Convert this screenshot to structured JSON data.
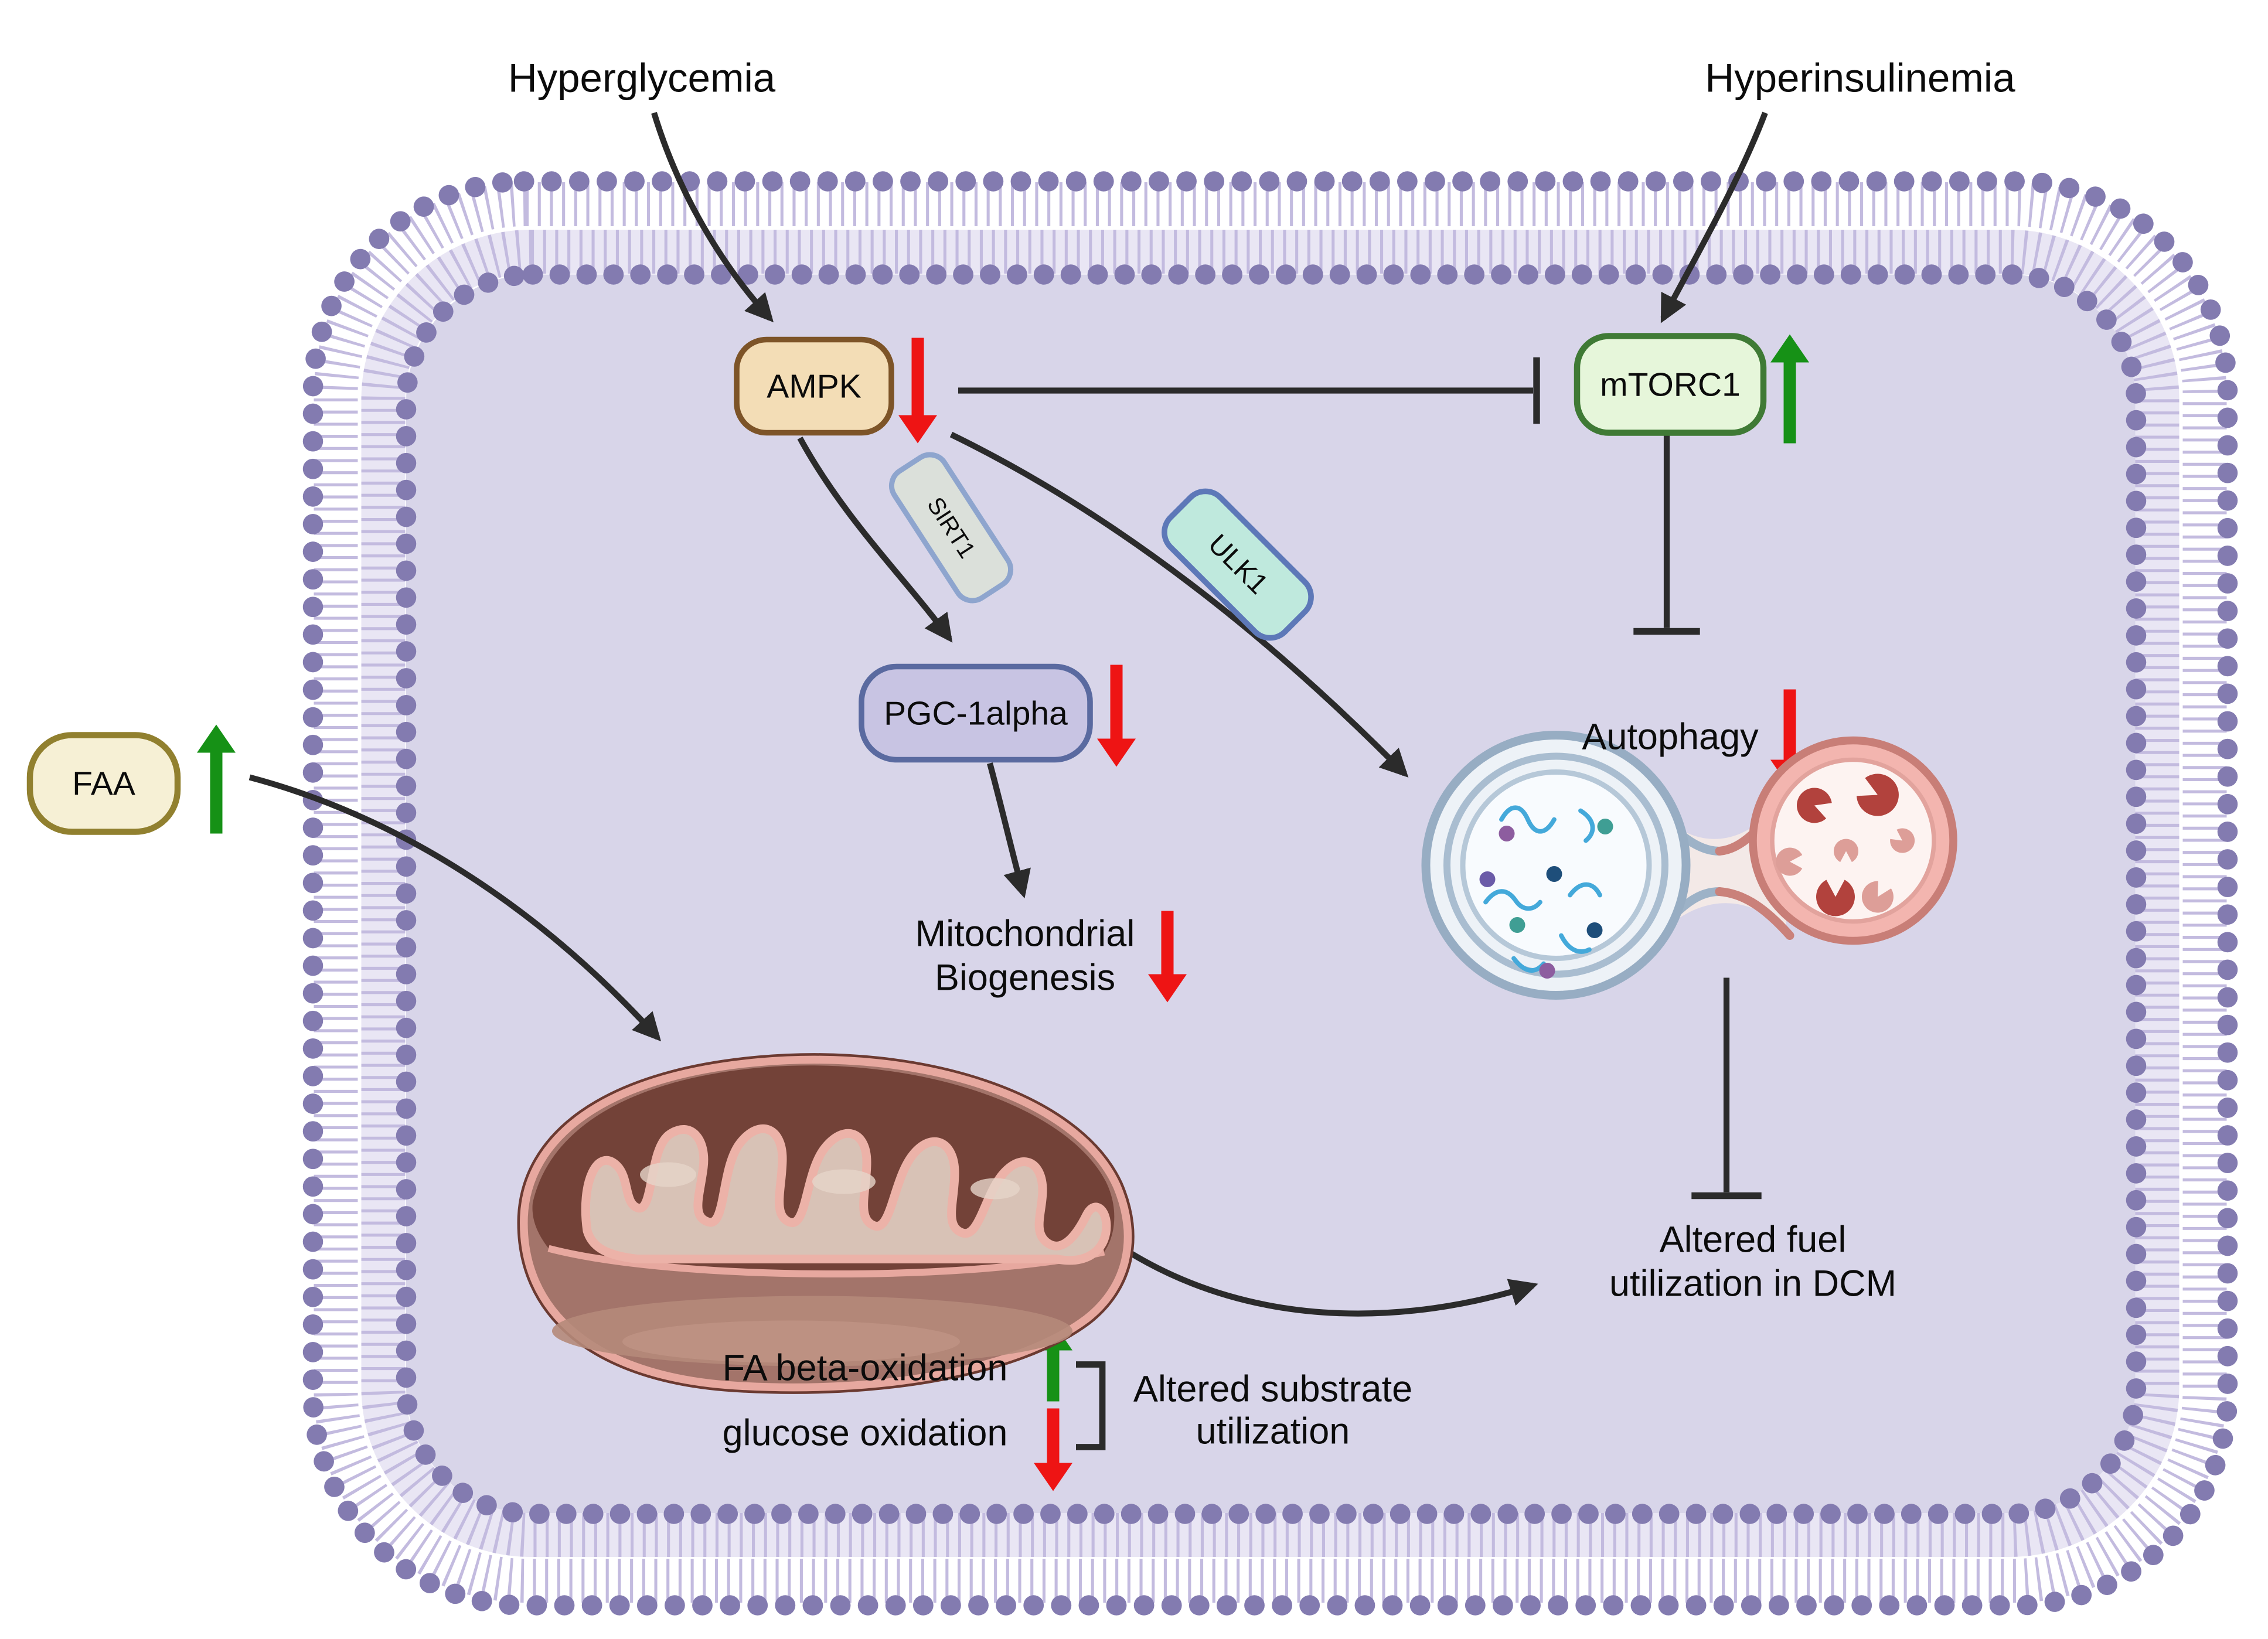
{
  "labels": {
    "hyperglycemia": "Hyperglycemia",
    "hyperinsulinemia": "Hyperinsulinemia",
    "ampk": "AMPK",
    "mtorc1": "mTORC1",
    "sirt1": "SIRT1",
    "ulk1": "ULK1",
    "pgc1alpha": "PGC-1alpha",
    "faa": "FAA",
    "autophagy": "Autophagy",
    "mitochondrial_biogenesis": [
      "Mitochondrial",
      "Biogenesis"
    ],
    "fa_beta_oxidation": "FA beta-oxidation",
    "glucose_oxidation": "glucose oxidation",
    "altered_substrate": [
      "Altered substrate",
      "utilization"
    ],
    "altered_fuel": [
      "Altered fuel",
      "utilization in DCM"
    ]
  },
  "colors": {
    "increase_arrow": "#169116",
    "decrease_arrow": "#ee1414",
    "connector": "#2b2b2b",
    "cytoplasm": "#d8d5e9",
    "membrane_bead": "#837bb0",
    "membrane_tail": "#c3bbdf",
    "ampk_fill": "#f3ddb6",
    "ampk_border": "#7d5428",
    "mtorc1_fill": "#e6f6da",
    "mtorc1_border": "#3f7a35",
    "pgc1alpha_fill": "#c8c4e3",
    "pgc1alpha_border": "#5a6aa0",
    "sirt1_fill": "#dbe0da",
    "sirt1_border": "#8ea5ce",
    "ulk1_fill": "#bfe9dd",
    "ulk1_border": "#5d78b8",
    "faa_fill": "#f6f0d5",
    "faa_border": "#91802f",
    "mitochondrion_body": "#a3746a",
    "mitochondrion_inner": "#734238",
    "mitochondrion_cristae": "#ecb2a8",
    "autophagosome_membrane": "#97adc3",
    "lysosome_membrane": "#c87e77",
    "lysosome_enzyme": "#b2423d"
  },
  "icons": {
    "cell_membrane": "phospholipid-bilayer-border",
    "mitochondrion": "mitochondrion-illustration",
    "autophagosome": "autophagosome-lysosome-fusion-illustration"
  }
}
